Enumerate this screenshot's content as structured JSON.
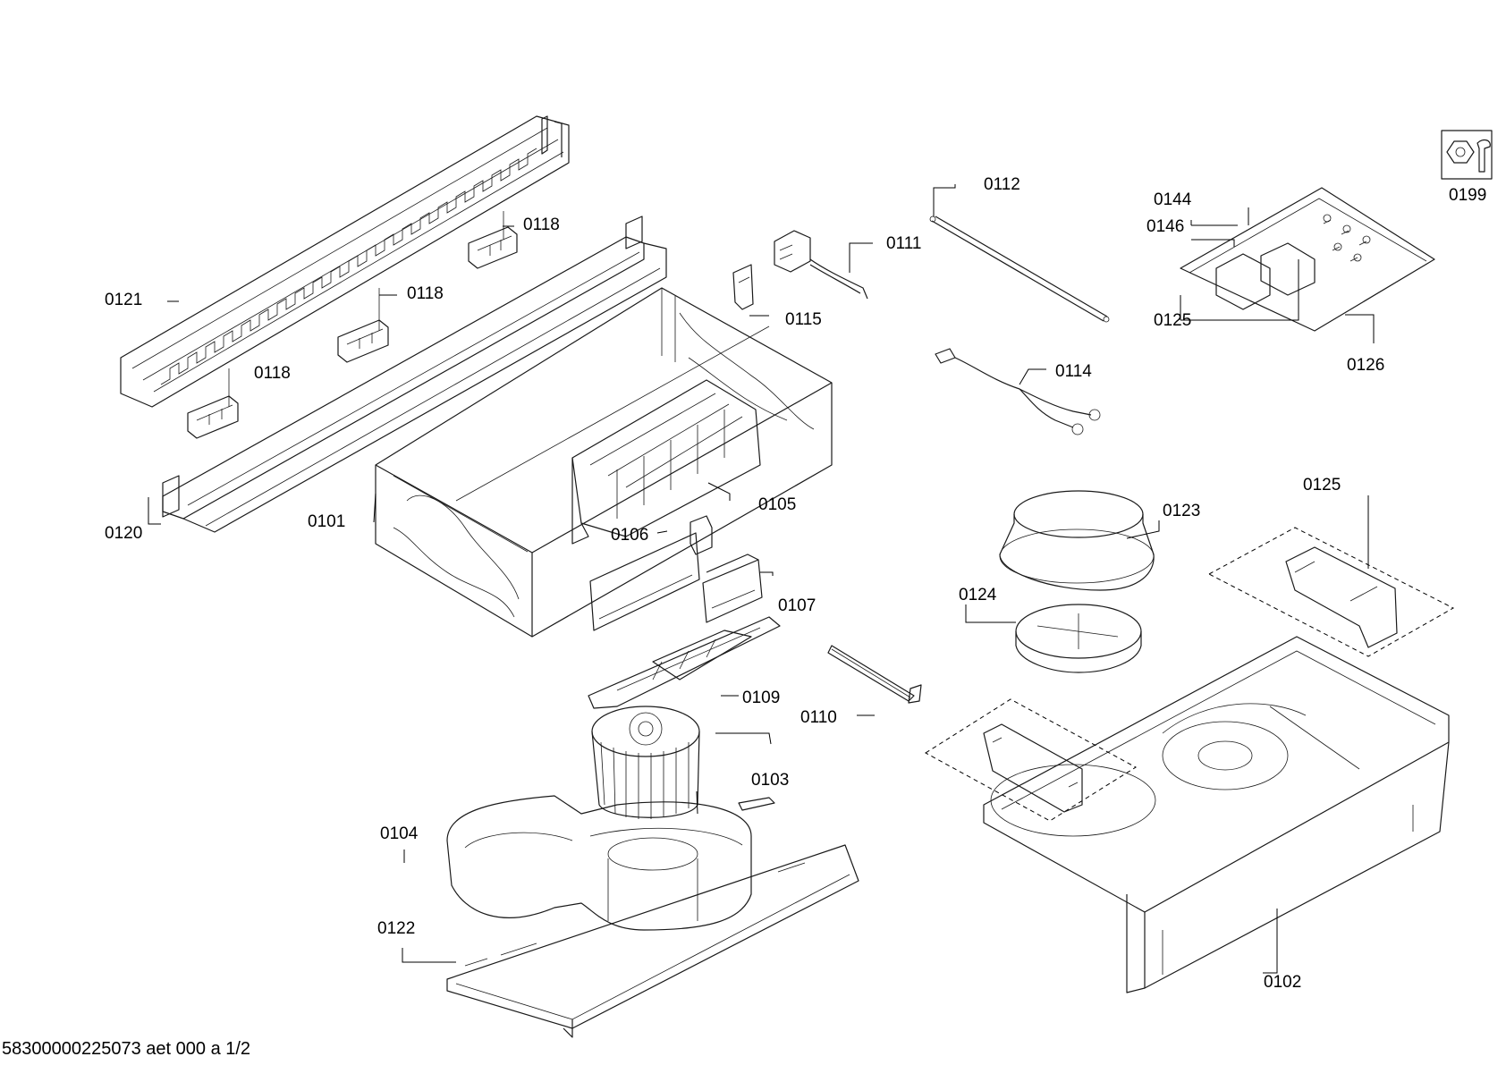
{
  "labels": {
    "p0101": "0101",
    "p0102": "0102",
    "p0103": "0103",
    "p0104": "0104",
    "p0105": "0105",
    "p0106": "0106",
    "p0107": "0107",
    "p0109": "0109",
    "p0110": "0110",
    "p0111": "0111",
    "p0112": "0112",
    "p0114": "0114",
    "p0115": "0115",
    "p0118a": "0118",
    "p0118b": "0118",
    "p0118c": "0118",
    "p0120": "0120",
    "p0121": "0121",
    "p0122": "0122",
    "p0123": "0123",
    "p0124": "0124",
    "p0125a": "0125",
    "p0125b": "0125",
    "p0126": "0126",
    "p0144": "0144",
    "p0146": "0146",
    "p0199": "0199"
  },
  "footer": "58300000225073 aet 000 a 1/2",
  "icons": {
    "tools": "wrench-nut-icon"
  }
}
